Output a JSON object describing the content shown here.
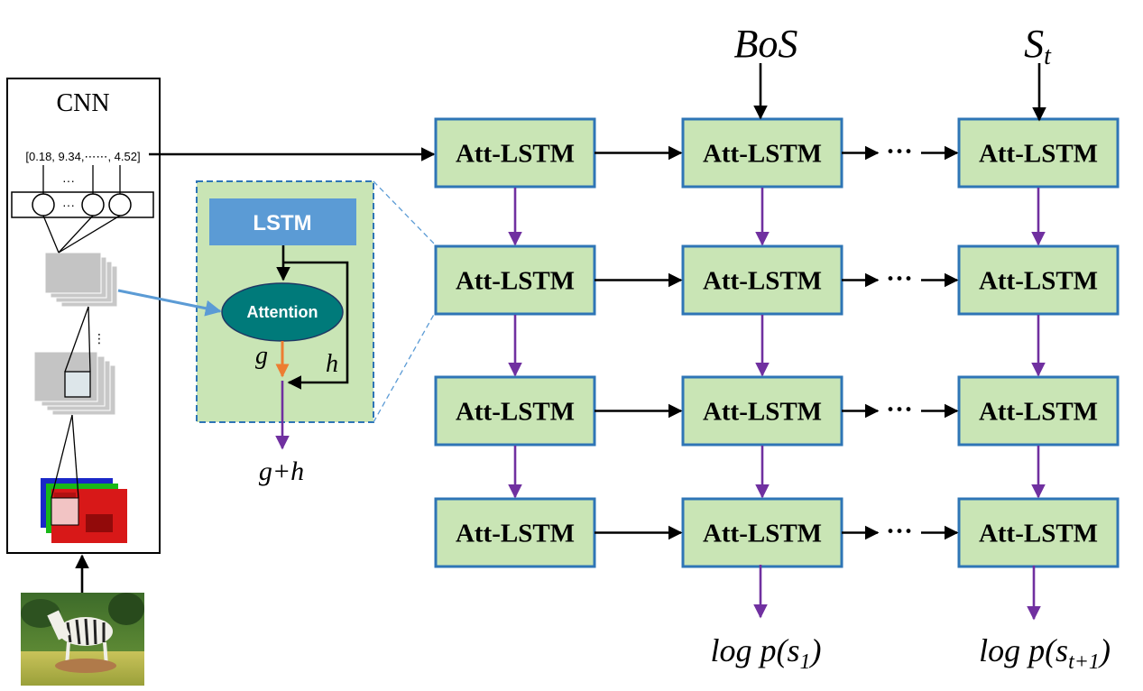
{
  "cnn": {
    "title": "CNN",
    "feature_vector": "[0.18, 9.34,⋯⋯, 4.52]",
    "ellipsis_top": "···",
    "ellipsis_mid": "···",
    "ellipsis_vertical": "⋮"
  },
  "attention_module": {
    "lstm_label": "LSTM",
    "attention_label": "Attention",
    "g_label": "g",
    "h_label": "h",
    "output_label": "g+h"
  },
  "grid": {
    "node_label": "Att-LSTM",
    "dots": "···",
    "inputs": {
      "col2_base": "BoS",
      "col3_base": "S",
      "col3_sub": "t"
    },
    "outputs": {
      "col2_prefix": "log p(s",
      "col2_sub": "1",
      "col2_suffix": ")",
      "col3_prefix": "log p(s",
      "col3_sub": "t+1",
      "col3_suffix": ")"
    }
  },
  "colors": {
    "node_fill": "#c9e5b5",
    "node_border": "#2e75b6",
    "purple_arrow": "#7030a0",
    "lstm_box": "#5b9bd5",
    "attention_ellipse": "#007a7a",
    "g_arrow": "#ed7d31",
    "feature_arrow": "#5b9bd5"
  }
}
